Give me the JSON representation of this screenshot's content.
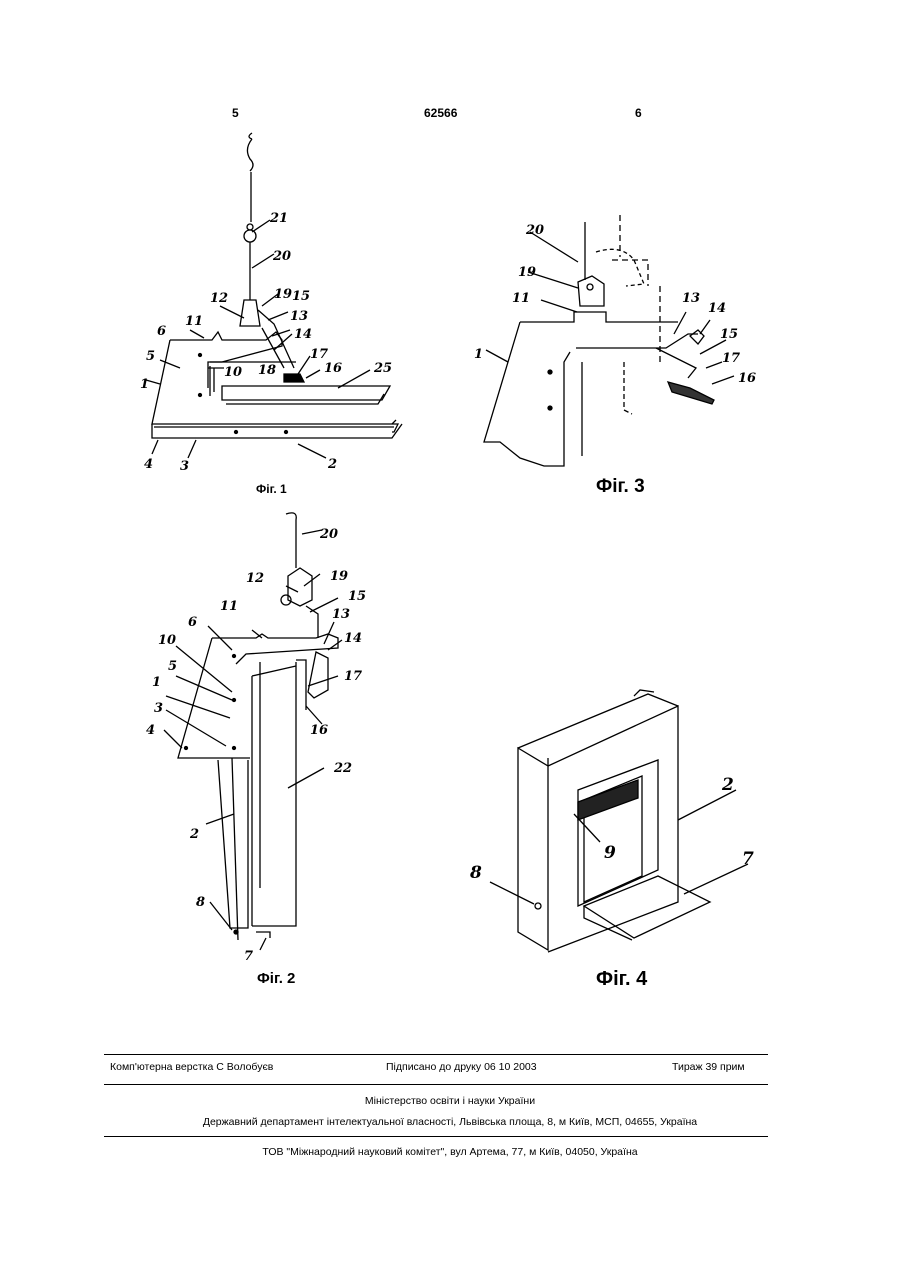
{
  "header": {
    "left_page": "5",
    "patent_number": "62566",
    "right_page": "6"
  },
  "figures": {
    "fig1": {
      "caption": "Фіг. 1",
      "labels": [
        "21",
        "20",
        "12",
        "19",
        "15",
        "11",
        "13",
        "14",
        "6",
        "5",
        "10",
        "18",
        "17",
        "16",
        "25",
        "1",
        "4",
        "3",
        "2"
      ]
    },
    "fig2": {
      "caption": "Фіг. 2",
      "labels": [
        "20",
        "12",
        "19",
        "15",
        "11",
        "13",
        "6",
        "14",
        "10",
        "17",
        "5",
        "1",
        "3",
        "4",
        "16",
        "22",
        "2",
        "8",
        "7"
      ]
    },
    "fig3": {
      "caption": "Фіг. 3",
      "labels": [
        "20",
        "19",
        "11",
        "13",
        "14",
        "1",
        "15",
        "17",
        "16"
      ]
    },
    "fig4": {
      "caption": "Фіг. 4",
      "labels": [
        "2",
        "7",
        "9",
        "8"
      ]
    }
  },
  "footer": {
    "layout_credit": "Комп'ютерна верстка С  Волобуєв",
    "signed": "Підписано до друку 06 10 2003",
    "circulation": "Тираж 39 прим",
    "ministry": "Міністерство освіти і науки України",
    "department": "Державний департамент інтелектуальної власності, Львівська площа, 8, м  Київ, МСП, 04655, Україна",
    "publisher": "ТОВ \"Міжнародний науковий комітет\", вул  Артема, 77, м  Київ, 04050, Україна"
  }
}
